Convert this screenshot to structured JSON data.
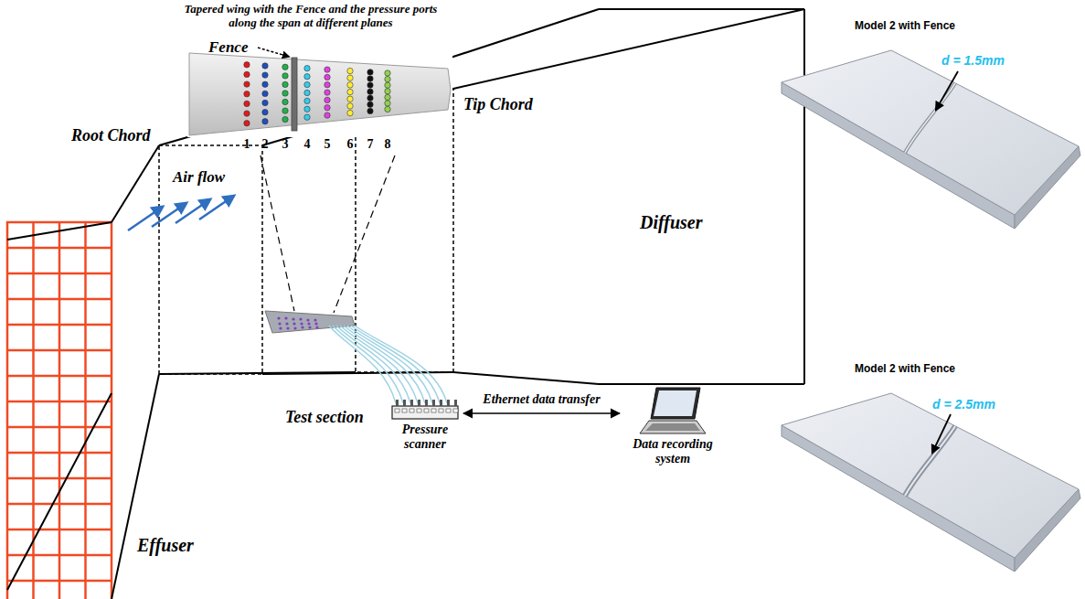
{
  "diagram": {
    "nodes": [
      {
        "text": [
          "Pressure scanner"
        ]
      },
      {
        "text": [
          "Data recording system"
        ]
      }
    ],
    "edges": [
      {
        "from": 0,
        "to": 1,
        "arrow": "both",
        "label": "Ethernet data transfer"
      }
    ],
    "labels": [
      "Tapered wing with the Fence and the pressure ports along the span at different planes",
      "Fence",
      "Root Chord",
      "Tip Chord",
      "1",
      "2",
      "3",
      "4",
      "5",
      "6",
      "7",
      "8",
      "Air flow",
      "Effuser",
      "Test section",
      "Diffuser",
      "Model 2 with Fence",
      "d = 1.5mm",
      "Model 2 with Fence",
      "d = 2.5mm"
    ]
  }
}
